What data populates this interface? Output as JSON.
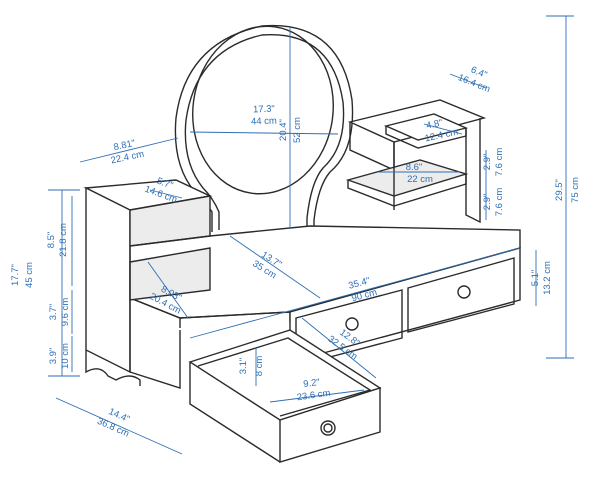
{
  "colors": {
    "outline": "#2b2b2b",
    "dimension": "#2e6fb5",
    "panel": "#ececec"
  },
  "dims": {
    "mirror_w_in": "17.3\"",
    "mirror_w_cm": "44 cm",
    "mirror_h_in": "20.4\"",
    "mirror_h_cm": "52 cm",
    "total_h_in": "29.5\"",
    "total_h_cm": "75 cm",
    "left_w_in": "8.81\"",
    "left_w_cm": "22.4 cm",
    "top_right_w_in": "6.4\"",
    "top_right_w_cm": "16.4 cm",
    "shelf_small_in": "4.8\"",
    "shelf_small_cm": "12.4 cm",
    "shelf_mid_in": "8.6\"",
    "shelf_mid_cm": "22 cm",
    "gap_a_in": "2.9\"",
    "gap_a_cm": "7.6 cm",
    "gap_b_in": "2.9\"",
    "gap_b_cm": "7.6 cm",
    "left_shelf_in": "5.7\"",
    "left_shelf_cm": "14.6 cm",
    "left_h_in": "8.5\"",
    "left_h_cm": "21.8 cm",
    "side_h_in": "17.7\"",
    "side_h_cm": "45 cm",
    "depth_in": "13.7\"",
    "depth_cm": "35 cm",
    "width_in": "35.4\"",
    "width_cm": "90 cm",
    "drawer_h_in": "5.1\"",
    "drawer_h_cm": "13.2 cm",
    "inner_w_in": "8.03\"",
    "inner_w_cm": "20.4 cm",
    "shelf_gap_in": "3.7\"",
    "shelf_gap_cm": "9.6 cm",
    "base_h_in": "3.9\"",
    "base_h_cm": "10 cm",
    "open_depth_in": "12.8\"",
    "open_depth_cm": "32.5 cm",
    "open_h_in": "3.1\"",
    "open_h_cm": "8 cm",
    "open_w_in": "9.2\"",
    "open_w_cm": "23.6 cm",
    "base_depth_in": "14.4\"",
    "base_depth_cm": "36.8 cm"
  }
}
